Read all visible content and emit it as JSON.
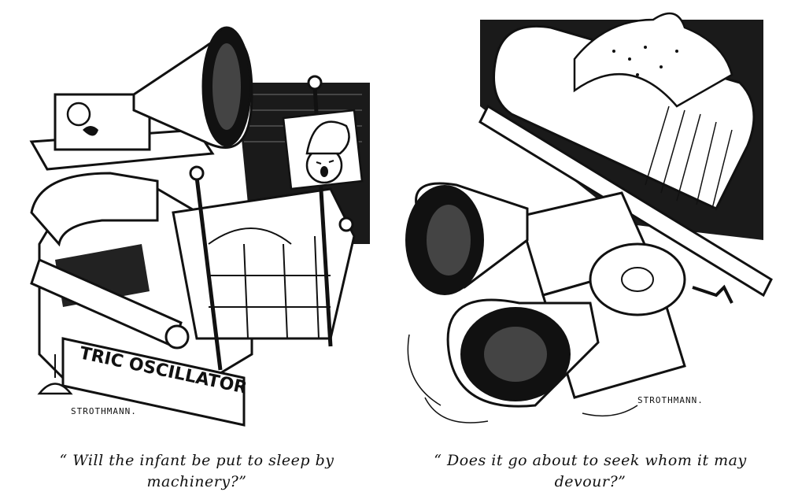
{
  "left": {
    "signature": "STROTHMANN.",
    "caption": "“ Will the infant be put to sleep by machinery?”",
    "machine_label": "TRIC OSCILLATOR"
  },
  "right": {
    "signature": "STROTHMANN.",
    "caption": "“ Does it go about to seek whom it may devour?”"
  }
}
